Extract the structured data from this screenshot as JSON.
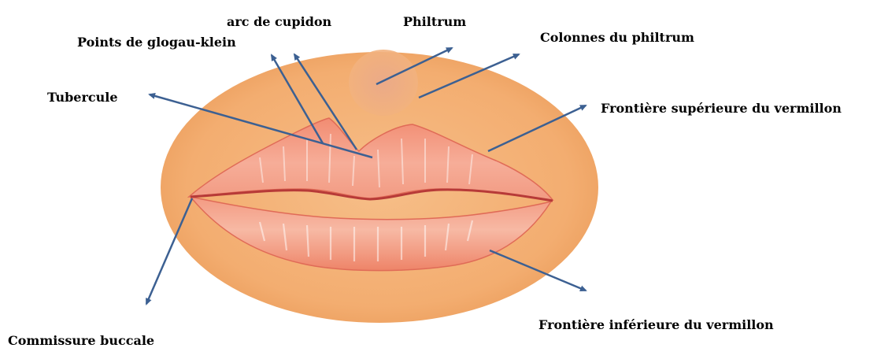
{
  "labels": {
    "arc_de_cupidon": "arc de cupidon",
    "philtrum": "Philtrum",
    "colonnes_du_philtrum": "Colonnes du philtrum",
    "points_de_glogau_klein": "Points de glogau-klein",
    "tubercule": "Tubercule",
    "frontiere_superieure": "Frontière supérieure du  vermillon",
    "frontiere_inferieure": "Frontière inférieure du vermillon",
    "commissure_buccale": "Commissure buccale"
  },
  "colors": {
    "skin": "#f4b278",
    "skin_edge": "#eea564",
    "lip": "#f0866c",
    "lip_light": "#f7b7a2",
    "lip_line": "#c23f3c",
    "arrow": "#3c6092",
    "label_text": "#000000"
  }
}
